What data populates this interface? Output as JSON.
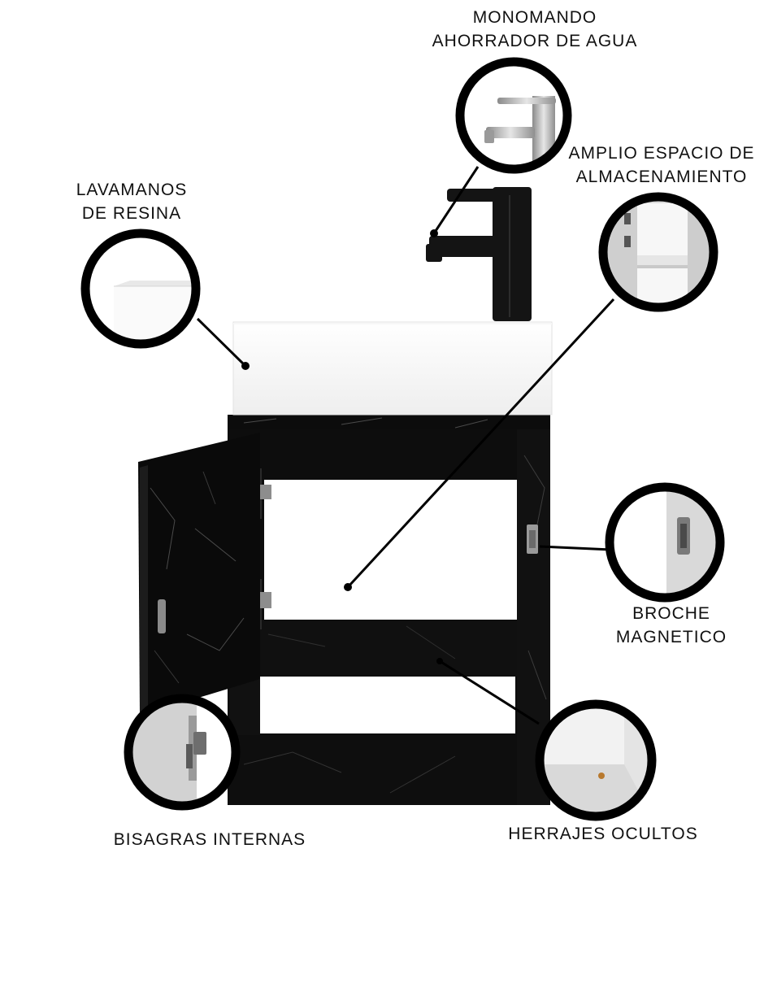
{
  "labels": {
    "faucet": {
      "line1": "MONOMANDO",
      "line2": "AHORRADOR DE AGUA"
    },
    "storage": {
      "line1": "AMPLIO ESPACIO DE",
      "line2": "ALMACENAMIENTO"
    },
    "sink": {
      "line1": "LAVAMANOS",
      "line2": "DE RESINA"
    },
    "magnet": {
      "line1": "BROCHE",
      "line2": "MAGNETICO"
    },
    "hinges": "BISAGRAS INTERNAS",
    "hardware": "HERRAJES OCULTOS"
  },
  "colors": {
    "cabinet": "#0c0c0c",
    "marble_vein": "#4a4a4a",
    "basin": "#ffffff",
    "faucet": "#141414",
    "callout_ring": "#000000",
    "text": "#111111"
  },
  "icons": [
    "faucet-detail-icon",
    "storage-detail-icon",
    "sink-detail-icon",
    "magnet-detail-icon",
    "hinge-detail-icon",
    "hardware-detail-icon"
  ]
}
